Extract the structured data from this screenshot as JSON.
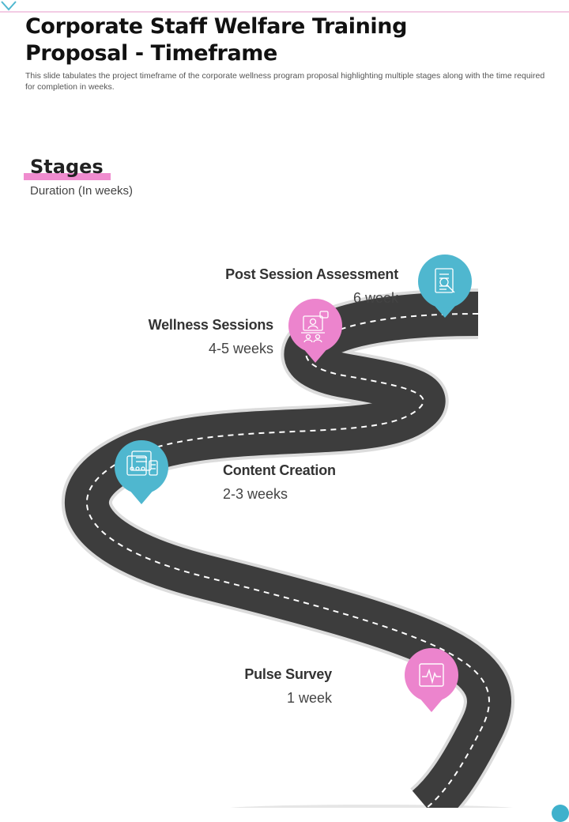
{
  "header": {
    "title": "Corporate Staff Welfare Training Proposal - Timeframe",
    "subtitle": "This slide tabulates the project timeframe of the corporate wellness program proposal highlighting multiple stages along with the time required for completion in weeks."
  },
  "section": {
    "heading": "Stages",
    "subheading": "Duration (In weeks)"
  },
  "stages": [
    {
      "name": "Post Session Assessment",
      "duration": "6 week",
      "icon": "assessment-report-icon",
      "color": "#4fb7cf"
    },
    {
      "name": "Wellness Sessions",
      "duration": "4-5 weeks",
      "icon": "online-session-icon",
      "color": "#ec84cd"
    },
    {
      "name": "Content Creation",
      "duration": "2-3 weeks",
      "icon": "content-creation-icon",
      "color": "#4fb7cf"
    },
    {
      "name": "Pulse Survey",
      "duration": "1 week",
      "icon": "pulse-survey-icon",
      "color": "#ec84cd"
    }
  ],
  "colors": {
    "accent_pink": "#ec84cd",
    "accent_blue": "#4fb7cf",
    "road": "#3d3d3d",
    "road_shoulder": "#dddddd"
  }
}
